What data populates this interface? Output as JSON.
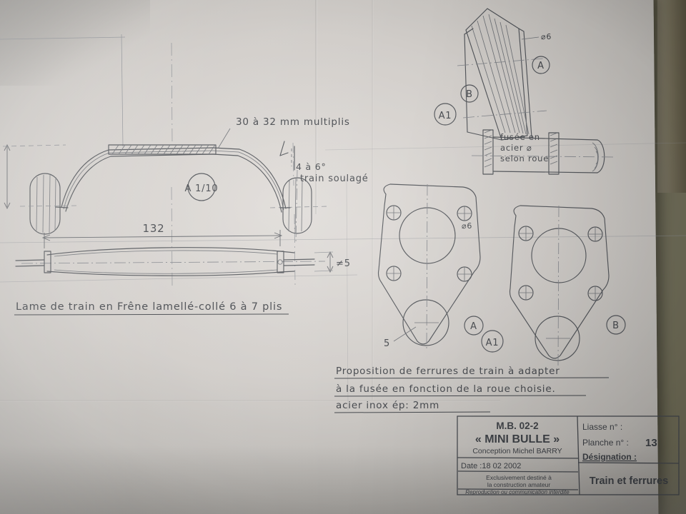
{
  "document": {
    "kind": "pencil-technical-drawing-photo",
    "subject": "Landing gear leg and fittings",
    "language": "fr"
  },
  "title_block": {
    "ref": "M.B. 02-2",
    "name": "« MINI BULLE »",
    "author": "Conception Michel BARRY",
    "date": "Date :18 02 2002",
    "notice_line1": "Exclusivement destiné à",
    "notice_line2": "la construction amateur",
    "notice_line3": "Reproduction ou communication interdite",
    "liasse_label": "Liasse    n° :",
    "liasse_value": "",
    "planche_label": "Planche   n° :",
    "planche_value": "13",
    "designation_label": "Désignation :",
    "designation_value": "Train et ferrures"
  },
  "annotations": {
    "leg_thickness": "30 à 32 mm multiplis",
    "toe_angle": "4 à 6°",
    "toe_note": "train soulagé",
    "scale_front": "A 1/10",
    "span": "132",
    "leaf_thickness": "≠5",
    "caption_leg": "Lame de train en Frêne lamellé-collé  6 à 7 plis",
    "fitting_line1": "Proposition de ferrures  de train  à adapter",
    "fitting_line2": "à la fusée  en fonction de la roue choisie.",
    "fitting_line3": "acier inox  ép: 2mm",
    "axle_line1": "fusée en",
    "axle_line2": "acier  ⌀",
    "axle_line3": "selon roue",
    "axle_dia": "⌀6",
    "plate_hole_dia": "⌀6",
    "plate_radius": "5"
  },
  "markers": {
    "axle_a": "A",
    "axle_b": "B",
    "axle_a1": "A1",
    "plate_left_a": "A",
    "plate_left_a1": "A1",
    "plate_right_b": "B"
  },
  "colors": {
    "paper": "#cfcbc7",
    "pencil": "#4a4d52",
    "background": "#6d6a55"
  }
}
